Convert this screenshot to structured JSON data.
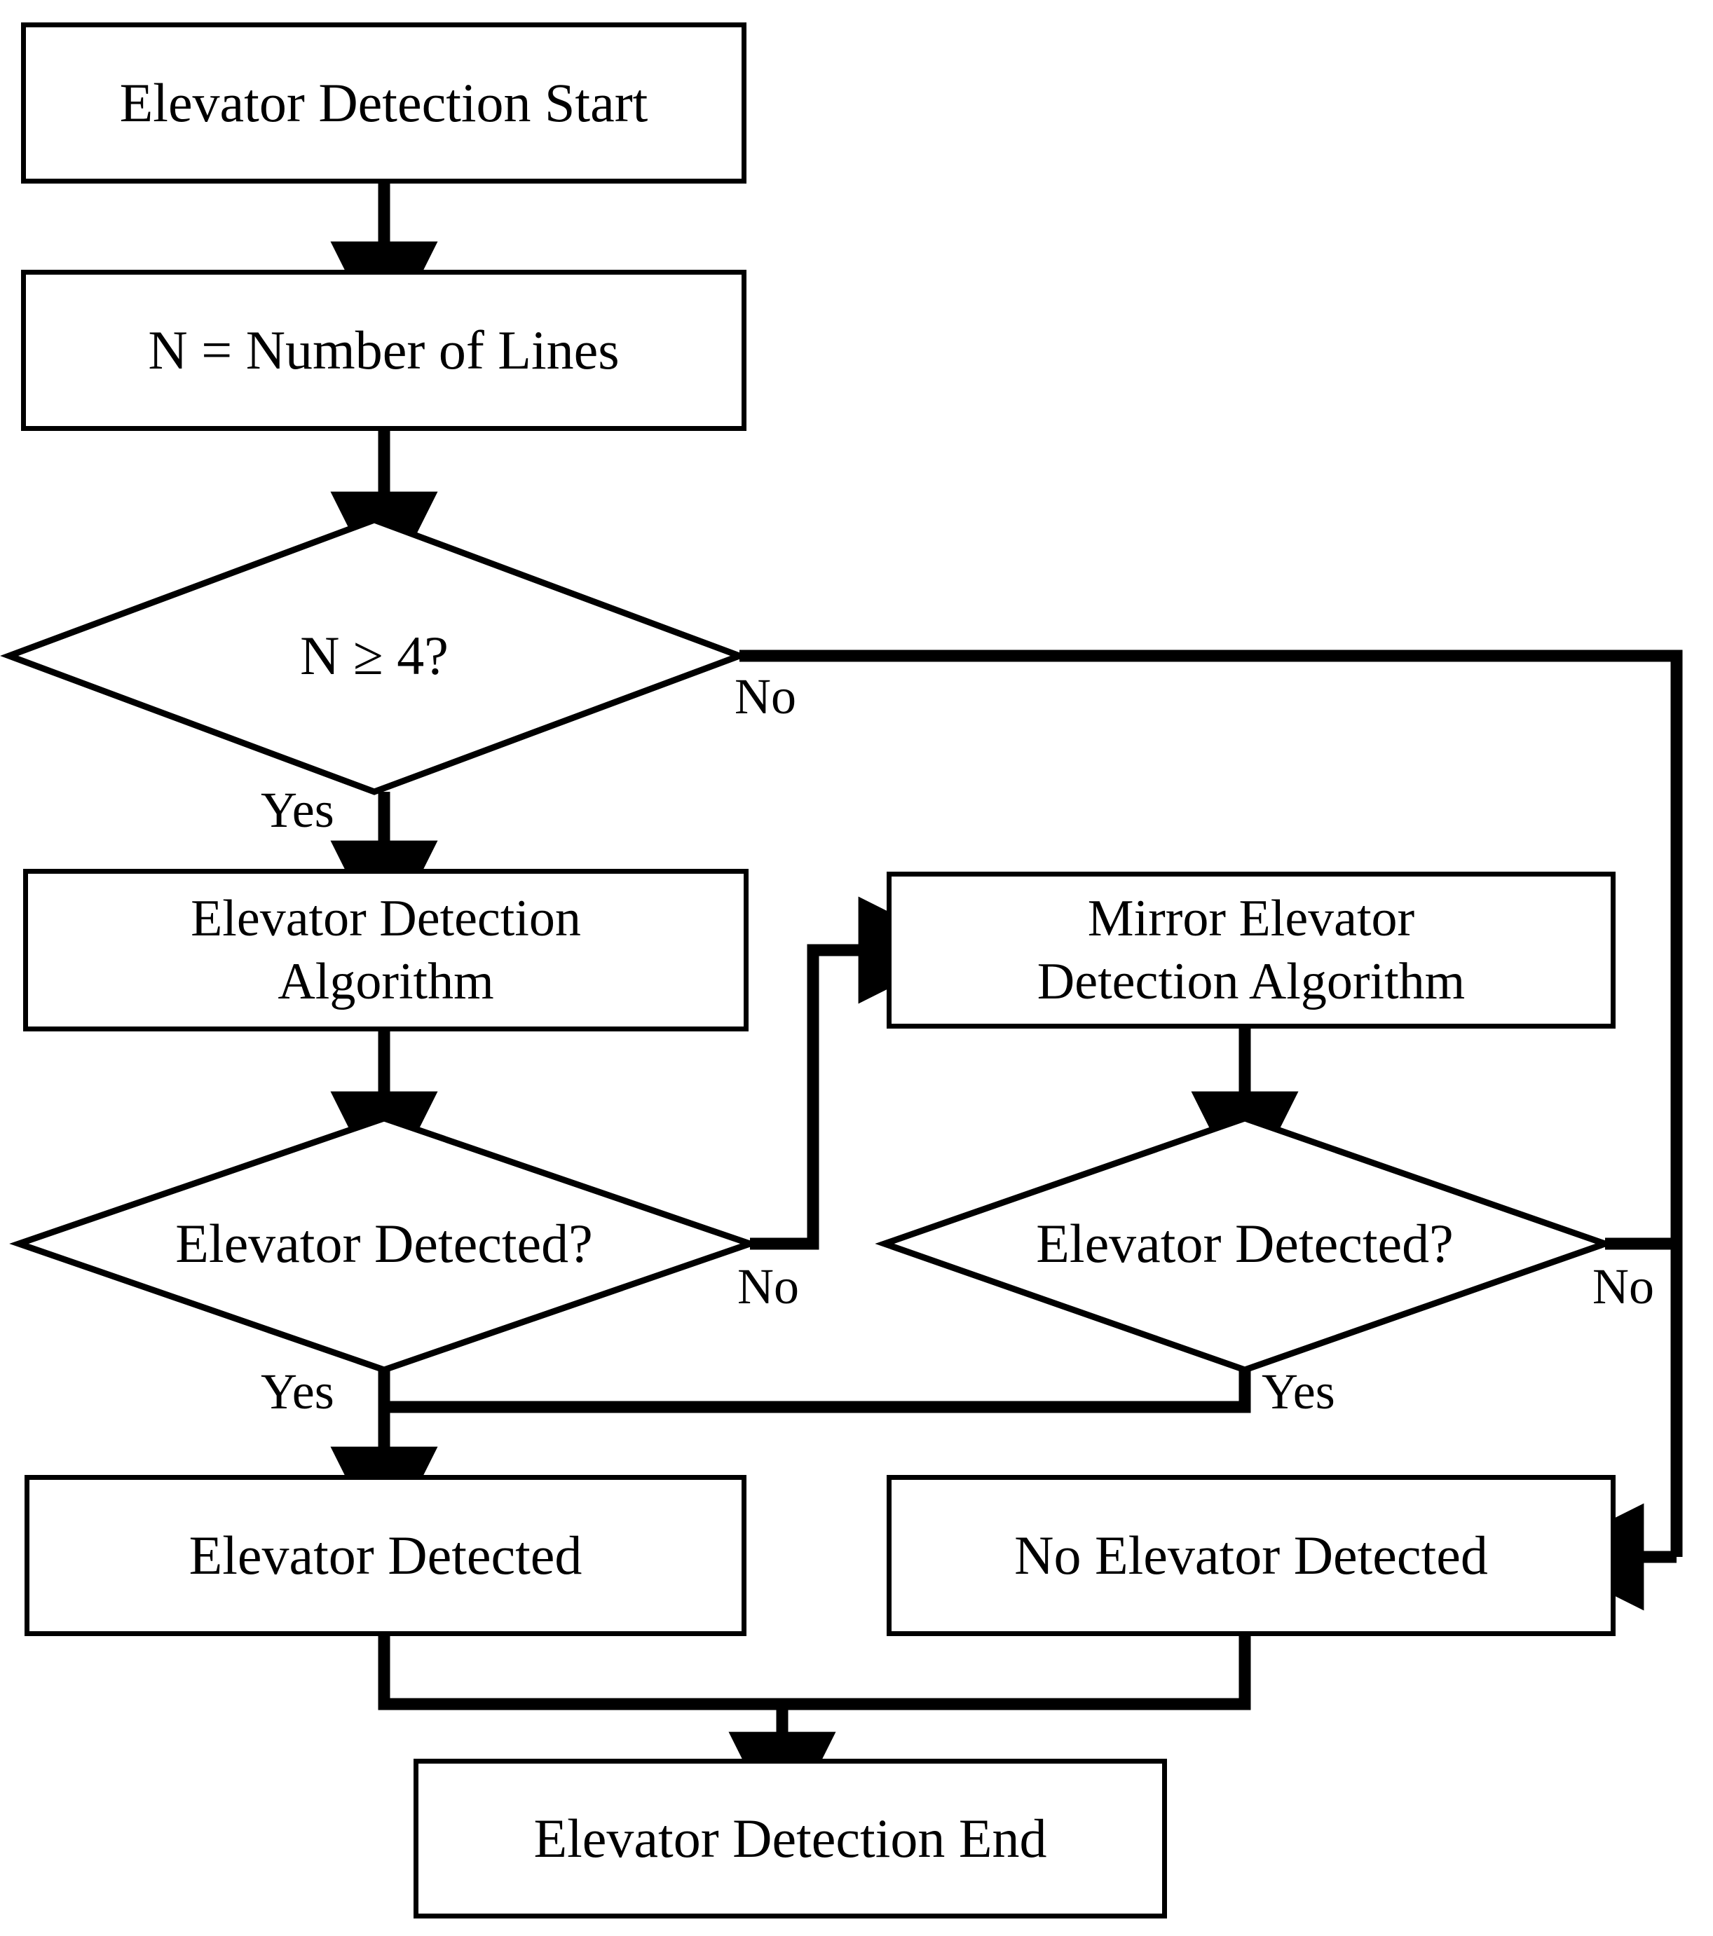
{
  "diagram": {
    "title": "Elevator Detection Flowchart",
    "type": "flowchart",
    "background": "#ffffff",
    "stroke": "#000000"
  },
  "nodes": {
    "start": {
      "label": "Elevator Detection Start",
      "shape": "process"
    },
    "count_lines": {
      "label": "N = Number of Lines",
      "shape": "process"
    },
    "check_n": {
      "label": "N ≥ 4?",
      "shape": "decision"
    },
    "detect_algo": {
      "label_line1": "Elevator Detection",
      "label_line2": "Algorithm",
      "shape": "process"
    },
    "mirror_algo": {
      "label_line1": "Mirror Elevator",
      "label_line2": "Detection  Algorithm",
      "shape": "process"
    },
    "detected_left": {
      "label": "Elevator Detected?",
      "shape": "decision"
    },
    "detected_right": {
      "label": "Elevator Detected?",
      "shape": "decision"
    },
    "elevator_detected": {
      "label": "Elevator Detected",
      "shape": "process"
    },
    "no_elevator_detected": {
      "label": "No Elevator Detected",
      "shape": "process"
    },
    "end": {
      "label": "Elevator Detection End",
      "shape": "process"
    }
  },
  "edge_labels": {
    "check_n_no": "No",
    "check_n_yes": "Yes",
    "detected_left_no": "No",
    "detected_left_yes": "Yes",
    "detected_right_no": "No",
    "detected_right_yes": "Yes"
  }
}
